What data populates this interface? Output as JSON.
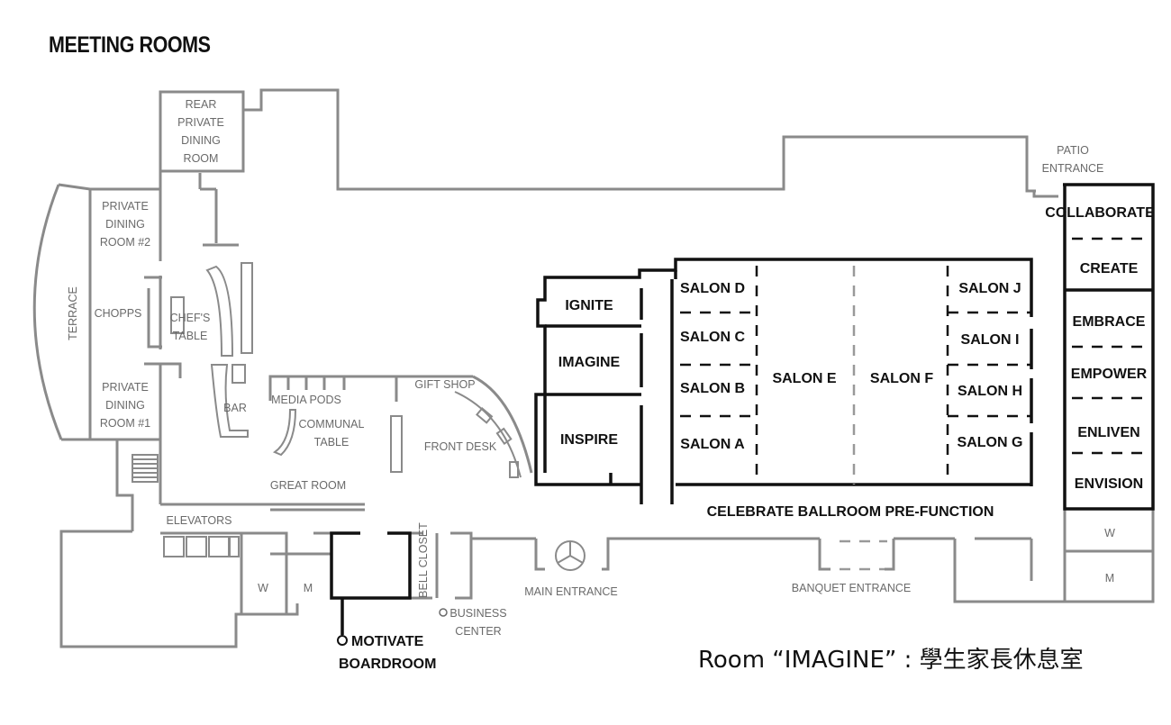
{
  "title": "MEETING ROOMS",
  "caption": "Room “IMAGINE” : 學生家長休息室",
  "rooms_grey": {
    "rear_private_dining": [
      "REAR",
      "PRIVATE",
      "DINING",
      "ROOM"
    ],
    "private_dining_2": [
      "PRIVATE",
      "DINING",
      "ROOM #2"
    ],
    "terrace": "TERRACE",
    "chopps": "CHOPPS",
    "chefs_table": [
      "CHEF'S",
      "TABLE"
    ],
    "private_dining_1": [
      "PRIVATE",
      "DINING",
      "ROOM #1"
    ],
    "bar": "BAR",
    "media_pods": "MEDIA PODS",
    "communal_table": [
      "COMMUNAL",
      "TABLE"
    ],
    "gift_shop": "GIFT SHOP",
    "front_desk": "FRONT DESK",
    "great_room": "GREAT ROOM",
    "elevators": "ELEVATORS",
    "w": "W",
    "m": "M",
    "bell_closet": "BELL CLOSET",
    "business_center": [
      "BUSINESS",
      "CENTER"
    ],
    "main_entrance": "MAIN ENTRANCE",
    "banquet_entrance": "BANQUET ENTRANCE",
    "patio_entrance": [
      "PATIO",
      "ENTRANCE"
    ],
    "w_right": "W",
    "m_right": "M"
  },
  "rooms_meeting": {
    "ignite": "IGNITE",
    "imagine": "IMAGINE",
    "inspire": "INSPIRE",
    "salon_d": "SALON D",
    "salon_c": "SALON C",
    "salon_b": "SALON B",
    "salon_a": "SALON A",
    "salon_e": "SALON E",
    "salon_f": "SALON F",
    "salon_j": "SALON J",
    "salon_i": "SALON I",
    "salon_h": "SALON H",
    "salon_g": "SALON G",
    "prefunction": "CELEBRATE BALLROOM PRE-FUNCTION",
    "collaborate": "COLLABORATE",
    "create": "CREATE",
    "embrace": "EMBRACE",
    "empower": "EMPOWER",
    "enliven": "ENLIVEN",
    "envision": "ENVISION",
    "motivate": [
      "MOTIVATE",
      "BOARDROOM"
    ]
  }
}
